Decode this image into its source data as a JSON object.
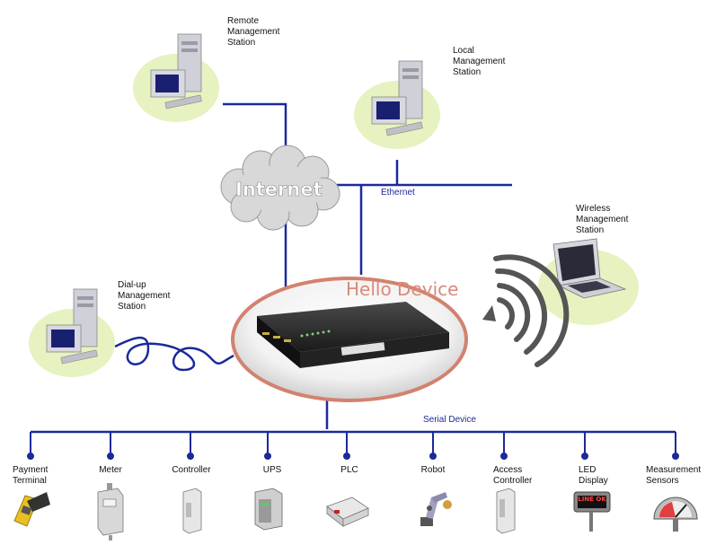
{
  "stations": {
    "remote": "Remote\nManagement\nStation",
    "local": "Local\nManagement\nStation",
    "wireless": "Wireless\nManagement\nStation",
    "dialup": "Dial-up\nManagement\nStation"
  },
  "network": {
    "internet": "Internet",
    "ethernet": "Ethernet",
    "hello_device": "Hello Device",
    "serial_device": "Serial Device"
  },
  "devices": [
    {
      "label": "Payment\nTerminal",
      "icon": "payment-terminal-icon"
    },
    {
      "label": "Meter",
      "icon": "meter-icon"
    },
    {
      "label": "Controller",
      "icon": "controller-icon"
    },
    {
      "label": "UPS",
      "icon": "ups-icon"
    },
    {
      "label": "PLC",
      "icon": "plc-icon"
    },
    {
      "label": "Robot",
      "icon": "robot-icon"
    },
    {
      "label": "Access\nController",
      "icon": "access-controller-icon"
    },
    {
      "label": "LED\nDisplay",
      "icon": "led-display-icon"
    },
    {
      "label": "Measurement\nSensors",
      "icon": "measurement-sensors-icon"
    }
  ],
  "led_sign_text": "LINE OK",
  "colors": {
    "line": "#1a2a9a",
    "halo": "#e6f2c0",
    "oval_border": "#d2826f",
    "cloud": "#d8d8d8"
  }
}
